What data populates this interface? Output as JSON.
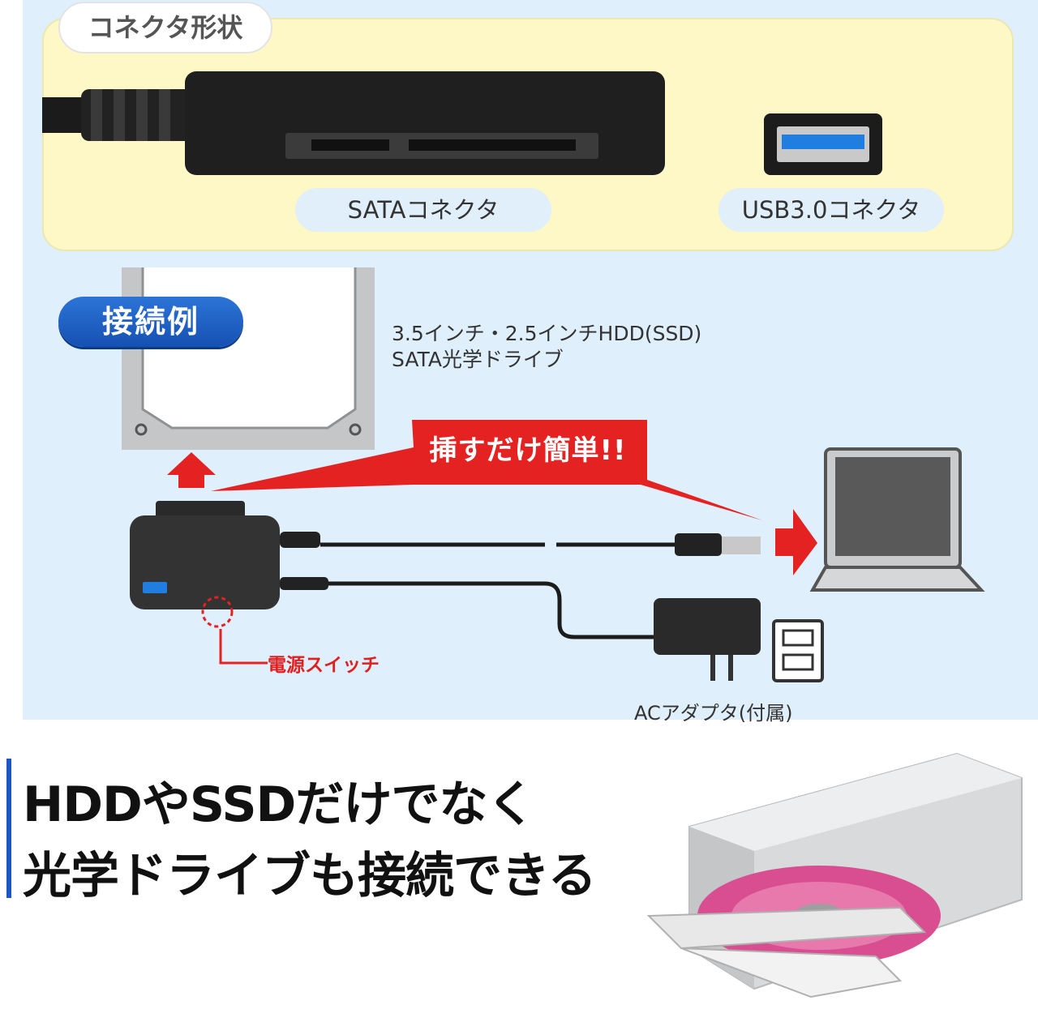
{
  "connector_section": {
    "title": "コネクタ形状",
    "sata_label": "SATAコネクタ",
    "usb_label": "USB3.0コネクタ"
  },
  "example_section": {
    "badge": "接続例",
    "drive_label_line1": "3.5インチ・2.5インチHDD(SSD)",
    "drive_label_line2": "SATA光学ドライブ",
    "callout": "挿すだけ簡単!!",
    "power_switch_label": "電源スイッチ",
    "ac_adapter_label": "ACアダプタ(付属)"
  },
  "headline": {
    "line1": "HDDやSSDだけでなく",
    "line2": "光学ドライブも接続できる"
  },
  "colors": {
    "background_blue": "#dfeffb",
    "panel_yellow": "#fdf8c6",
    "accent_red": "#e52222",
    "badge_blue": "#1f62c9"
  }
}
